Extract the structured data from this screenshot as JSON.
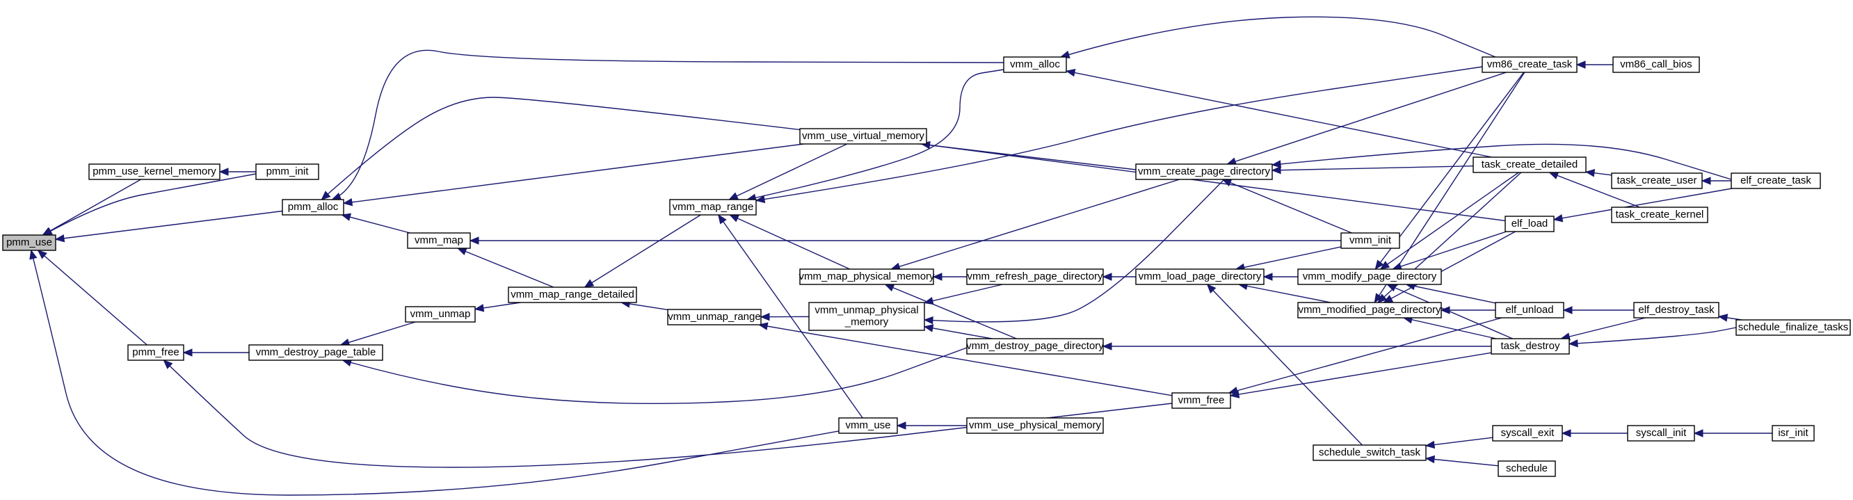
{
  "graph": {
    "colors": {
      "edge": "#191970",
      "node_border": "#000000",
      "root_fill": "#bfbfbf",
      "node_fill": "#ffffff"
    },
    "nodes": [
      {
        "id": "pmm_use",
        "lines": [
          "pmm_use"
        ],
        "root": true
      },
      {
        "id": "pmm_use_kernel_memory",
        "lines": [
          "pmm_use_kernel_memory"
        ]
      },
      {
        "id": "pmm_init",
        "lines": [
          "pmm_init"
        ]
      },
      {
        "id": "pmm_alloc",
        "lines": [
          "pmm_alloc"
        ]
      },
      {
        "id": "pmm_free",
        "lines": [
          "pmm_free"
        ]
      },
      {
        "id": "vmm_map",
        "lines": [
          "vmm_map"
        ]
      },
      {
        "id": "vmm_unmap",
        "lines": [
          "vmm_unmap"
        ]
      },
      {
        "id": "vmm_destroy_page_table",
        "lines": [
          "vmm_destroy_page_table"
        ]
      },
      {
        "id": "vmm_map_range_detailed",
        "lines": [
          "vmm_map_range_detailed"
        ]
      },
      {
        "id": "vmm_map_range",
        "lines": [
          "vmm_map_range"
        ]
      },
      {
        "id": "vmm_unmap_range",
        "lines": [
          "vmm_unmap_range"
        ]
      },
      {
        "id": "vmm_use_virtual_memory",
        "lines": [
          "vmm_use_virtual_memory"
        ]
      },
      {
        "id": "vmm_map_physical_memory",
        "lines": [
          "vmm_map_physical_memory"
        ]
      },
      {
        "id": "vmm_unmap_physical_memory",
        "lines": [
          "vmm_unmap_physical",
          "_memory"
        ]
      },
      {
        "id": "vmm_use",
        "lines": [
          "vmm_use"
        ]
      },
      {
        "id": "vmm_alloc",
        "lines": [
          "vmm_alloc"
        ]
      },
      {
        "id": "vmm_refresh_page_directory",
        "lines": [
          "vmm_refresh_page_directory"
        ]
      },
      {
        "id": "vmm_destroy_page_directory",
        "lines": [
          "vmm_destroy_page_directory"
        ]
      },
      {
        "id": "vmm_use_physical_memory",
        "lines": [
          "vmm_use_physical_memory"
        ]
      },
      {
        "id": "vmm_create_page_directory",
        "lines": [
          "vmm_create_page_directory"
        ]
      },
      {
        "id": "vmm_load_page_directory",
        "lines": [
          "vmm_load_page_directory"
        ]
      },
      {
        "id": "vmm_free",
        "lines": [
          "vmm_free"
        ]
      },
      {
        "id": "vmm_init",
        "lines": [
          "vmm_init"
        ]
      },
      {
        "id": "vmm_modify_page_directory",
        "lines": [
          "vmm_modify_page_directory"
        ]
      },
      {
        "id": "vmm_modified_page_directory",
        "lines": [
          "vmm_modified_page_directory"
        ]
      },
      {
        "id": "schedule_switch_task",
        "lines": [
          "schedule_switch_task"
        ]
      },
      {
        "id": "vm86_create_task",
        "lines": [
          "vm86_create_task"
        ]
      },
      {
        "id": "task_create_detailed",
        "lines": [
          "task_create_detailed"
        ]
      },
      {
        "id": "elf_load",
        "lines": [
          "elf_load"
        ]
      },
      {
        "id": "elf_unload",
        "lines": [
          "elf_unload"
        ]
      },
      {
        "id": "task_destroy",
        "lines": [
          "task_destroy"
        ]
      },
      {
        "id": "syscall_exit",
        "lines": [
          "syscall_exit"
        ]
      },
      {
        "id": "schedule",
        "lines": [
          "schedule"
        ]
      },
      {
        "id": "vm86_call_bios",
        "lines": [
          "vm86_call_bios"
        ]
      },
      {
        "id": "task_create_user",
        "lines": [
          "task_create_user"
        ]
      },
      {
        "id": "task_create_kernel",
        "lines": [
          "task_create_kernel"
        ]
      },
      {
        "id": "elf_create_task",
        "lines": [
          "elf_create_task"
        ]
      },
      {
        "id": "elf_destroy_task",
        "lines": [
          "elf_destroy_task"
        ]
      },
      {
        "id": "schedule_finalize_tasks",
        "lines": [
          "schedule_finalize_tasks"
        ]
      },
      {
        "id": "syscall_init",
        "lines": [
          "syscall_init"
        ]
      },
      {
        "id": "isr_init",
        "lines": [
          "isr_init"
        ]
      }
    ],
    "edges": [
      [
        "pmm_use",
        "pmm_use_kernel_memory"
      ],
      [
        "pmm_use",
        "pmm_init"
      ],
      [
        "pmm_use",
        "pmm_alloc"
      ],
      [
        "pmm_use",
        "pmm_free"
      ],
      [
        "pmm_use",
        "vmm_use"
      ],
      [
        "pmm_use_kernel_memory",
        "pmm_init"
      ],
      [
        "pmm_alloc",
        "vmm_alloc"
      ],
      [
        "pmm_alloc",
        "vmm_use_virtual_memory"
      ],
      [
        "pmm_alloc",
        "vmm_create_page_directory"
      ],
      [
        "pmm_alloc",
        "vmm_map"
      ],
      [
        "pmm_free",
        "vmm_destroy_page_table"
      ],
      [
        "pmm_free",
        "vmm_free"
      ],
      [
        "vmm_map",
        "vmm_map_range_detailed"
      ],
      [
        "vmm_map",
        "vmm_init"
      ],
      [
        "vmm_unmap",
        "vmm_map_range_detailed"
      ],
      [
        "vmm_destroy_page_table",
        "vmm_unmap"
      ],
      [
        "vmm_destroy_page_table",
        "vmm_destroy_page_directory"
      ],
      [
        "vmm_map_range_detailed",
        "vmm_map_range"
      ],
      [
        "vmm_map_range_detailed",
        "vmm_unmap_range"
      ],
      [
        "vmm_map_range",
        "vmm_alloc"
      ],
      [
        "vmm_map_range",
        "vmm_use_virtual_memory"
      ],
      [
        "vmm_map_range",
        "vm86_create_task"
      ],
      [
        "vmm_map_range",
        "vmm_map_physical_memory"
      ],
      [
        "vmm_map_range",
        "vmm_use"
      ],
      [
        "vmm_unmap_range",
        "vmm_unmap_physical_memory"
      ],
      [
        "vmm_unmap_range",
        "vmm_free"
      ],
      [
        "vmm_alloc",
        "vm86_create_task"
      ],
      [
        "vmm_alloc",
        "task_create_detailed"
      ],
      [
        "vmm_use_virtual_memory",
        "elf_load"
      ],
      [
        "vmm_map_physical_memory",
        "vmm_create_page_directory"
      ],
      [
        "vmm_map_physical_memory",
        "vmm_refresh_page_directory"
      ],
      [
        "vmm_map_physical_memory",
        "vmm_destroy_page_directory"
      ],
      [
        "vmm_unmap_physical_memory",
        "vmm_refresh_page_directory"
      ],
      [
        "vmm_unmap_physical_memory",
        "vmm_create_page_directory"
      ],
      [
        "vmm_unmap_physical_memory",
        "vmm_destroy_page_directory"
      ],
      [
        "vmm_use",
        "vmm_use_physical_memory"
      ],
      [
        "vmm_refresh_page_directory",
        "vmm_load_page_directory"
      ],
      [
        "vmm_destroy_page_directory",
        "task_destroy"
      ],
      [
        "vmm_create_page_directory",
        "vm86_create_task"
      ],
      [
        "vmm_create_page_directory",
        "elf_create_task"
      ],
      [
        "vmm_create_page_directory",
        "task_create_detailed"
      ],
      [
        "vmm_create_page_directory",
        "vmm_init"
      ],
      [
        "vmm_load_page_directory",
        "vmm_init"
      ],
      [
        "vmm_load_page_directory",
        "vmm_modify_page_directory"
      ],
      [
        "vmm_load_page_directory",
        "vmm_modified_page_directory"
      ],
      [
        "vmm_load_page_directory",
        "schedule_switch_task"
      ],
      [
        "vmm_free",
        "elf_unload"
      ],
      [
        "vmm_free",
        "task_destroy"
      ],
      [
        "vmm_modify_page_directory",
        "vm86_create_task"
      ],
      [
        "vmm_modify_page_directory",
        "task_create_detailed"
      ],
      [
        "vmm_modify_page_directory",
        "elf_load"
      ],
      [
        "vmm_modify_page_directory",
        "elf_unload"
      ],
      [
        "vmm_modify_page_directory",
        "task_destroy"
      ],
      [
        "vmm_modified_page_directory",
        "vm86_create_task"
      ],
      [
        "vmm_modified_page_directory",
        "task_create_detailed"
      ],
      [
        "vmm_modified_page_directory",
        "elf_load"
      ],
      [
        "vmm_modified_page_directory",
        "elf_unload"
      ],
      [
        "vmm_modified_page_directory",
        "task_destroy"
      ],
      [
        "schedule_switch_task",
        "syscall_exit"
      ],
      [
        "schedule_switch_task",
        "schedule"
      ],
      [
        "vm86_create_task",
        "vm86_call_bios"
      ],
      [
        "task_create_detailed",
        "task_create_user"
      ],
      [
        "task_create_detailed",
        "task_create_kernel"
      ],
      [
        "elf_load",
        "elf_create_task"
      ],
      [
        "elf_unload",
        "elf_destroy_task"
      ],
      [
        "task_destroy",
        "elf_destroy_task"
      ],
      [
        "task_destroy",
        "schedule_finalize_tasks"
      ],
      [
        "task_create_user",
        "elf_create_task"
      ],
      [
        "elf_destroy_task",
        "schedule_finalize_tasks"
      ],
      [
        "syscall_exit",
        "syscall_init"
      ],
      [
        "syscall_init",
        "isr_init"
      ]
    ]
  }
}
